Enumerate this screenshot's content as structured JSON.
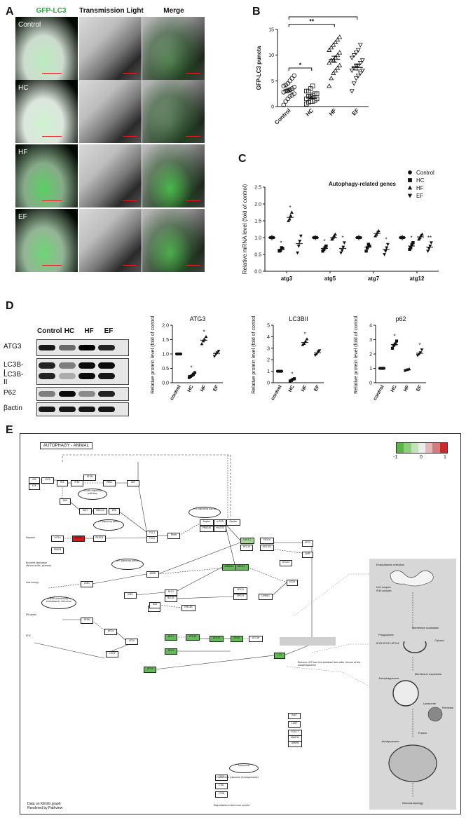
{
  "panels": {
    "A": "A",
    "B": "B",
    "C": "C",
    "D": "D",
    "E": "E"
  },
  "panel_a": {
    "columns": [
      "GFP-LC3",
      "Transmission Light",
      "Merge"
    ],
    "rows": [
      "Control",
      "HC",
      "HF",
      "EF"
    ]
  },
  "panel_d_blot": {
    "lanes": [
      "Control",
      "HC",
      "HF",
      "EF"
    ],
    "rows": [
      "ATG3",
      "LC3B-I",
      "LC3B-II",
      "P62",
      "βactin"
    ]
  },
  "kegg": {
    "title": "AUTOPHAGY - ANIMAL",
    "legend_ticks": [
      "-1",
      "0",
      "1"
    ],
    "footer": [
      "Data on KEGG graph",
      "Rendered by Pathview"
    ],
    "colors": {
      "down": "#67b75b",
      "up": "#d61818",
      "neutral": "#ffffff"
    },
    "nodes": [
      "IGF",
      "INS",
      "IGFR",
      "IRS",
      "PI3K",
      "PTEN",
      "PDK1",
      "AKT",
      "RAS",
      "RAF1",
      "MEK1/2",
      "ERK",
      "TSC1",
      "TSC2",
      "Rheb",
      "Raptor",
      "mTOR",
      "PRAS40",
      "mLST8",
      "Deptor",
      "HIF1a",
      "BNIP3",
      "REDD1",
      "PRKCB",
      "AMPK",
      "LKB1",
      "DAPK",
      "BECN1",
      "ULK1/2",
      "ATG13",
      "ATG101",
      "FIP200",
      "ATG14",
      "VPS34",
      "VPS15",
      "UVRAG",
      "AMBRA1",
      "Bcl-2",
      "Bcl-XL",
      "Bad",
      "HMGB1",
      "JNK1",
      "PERK",
      "eIF2a",
      "ATF4",
      "CHOP",
      "ATG4",
      "ATG7",
      "ATG3",
      "ATG10",
      "ATG12",
      "ATG5",
      "ATG16",
      "LC3",
      "WIPI",
      "ATG2",
      "ATG9",
      "Rab7",
      "LAMP",
      "STX17",
      "SNAP29",
      "VAMP8",
      "CTSD",
      "CTSL",
      "CTSB"
    ],
    "cell_labels": [
      "Endoplasmic reticulum",
      "ULK complex",
      "PI3K complex",
      "Membrane nucleation",
      "Phagophore",
      "ATG5-ATG12-ATG16",
      "Cytosol",
      "Membrane expansion",
      "Autophagosome",
      "Lysosome",
      "Fusion",
      "Autolysosome",
      "Macroautophagy",
      "Permease"
    ],
    "pathway_labels": [
      "Insulin signaling pathway",
      "MAPK signaling pathway",
      "mTOR signaling pathway",
      "AMPK signaling pathway",
      "Protein processing in endoplasmic reticulum",
      "Hypoxia",
      "Nutrient starvation (Amino acids, glucose)",
      "Low energy",
      "ER stress",
      "ROS",
      "Lysosome",
      "Fusion with lysosome (Autolysosome)",
      "Degradation of the inner vesicle",
      "Remove LC3 from the lipidated form after closure of the autophagosome"
    ]
  },
  "chart_data": [
    {
      "panel": "B",
      "type": "scatter",
      "title": "",
      "ylabel": "GFP-LC3 puncta",
      "xlabel": "",
      "categories": [
        "Control",
        "HC",
        "HF",
        "EF"
      ],
      "ylim": [
        0,
        15
      ],
      "yticks": [
        0,
        5,
        10,
        15
      ],
      "means": [
        3.2,
        1.8,
        9.2,
        7.6
      ],
      "sem": [
        0.35,
        0.25,
        0.6,
        0.5
      ],
      "markers": [
        "circle-open",
        "square-open",
        "triangle-up-open",
        "triangle-down-open"
      ],
      "values": [
        [
          0.3,
          1.0,
          1.5,
          2.0,
          2.2,
          2.5,
          2.8,
          3.0,
          3.0,
          3.3,
          3.5,
          3.8,
          4.0,
          4.2,
          4.5,
          5.0,
          5.5,
          6.0
        ],
        [
          0.5,
          0.8,
          1.0,
          1.0,
          1.2,
          1.5,
          1.5,
          2.0,
          2.0,
          2.2,
          2.5,
          2.5,
          3.0,
          3.0,
          3.5,
          4.0
        ],
        [
          4.0,
          5.5,
          6.5,
          7.0,
          7.5,
          8.0,
          8.5,
          9.0,
          9.0,
          9.5,
          10.0,
          10.5,
          11.0,
          11.5,
          12.0,
          12.5,
          13.0,
          13.5
        ],
        [
          3.0,
          4.5,
          5.5,
          6.0,
          6.5,
          7.0,
          7.0,
          7.5,
          8.0,
          8.0,
          8.5,
          9.0,
          9.5,
          10.0,
          10.5,
          11.0,
          12.0
        ]
      ],
      "significance": [
        {
          "pair": [
            "Control",
            "HC"
          ],
          "label": "*"
        },
        {
          "pair": [
            "Control",
            "HF"
          ],
          "label": "**"
        },
        {
          "pair": [
            "Control",
            "EF"
          ],
          "label": "**"
        }
      ]
    },
    {
      "panel": "C",
      "type": "scatter",
      "title": "Autophagy-related genes",
      "ylabel": "Relative mRNA level (fold of control)",
      "xlabel": "",
      "categories": [
        "atg3",
        "atg5",
        "atg7",
        "atg12"
      ],
      "ylim": [
        0,
        2.5
      ],
      "yticks": [
        0.0,
        0.5,
        1.0,
        1.5,
        2.0,
        2.5
      ],
      "legend_position": "top-right",
      "series": [
        {
          "name": "Control",
          "marker": "circle",
          "means": [
            1.0,
            1.0,
            1.0,
            1.0
          ],
          "points": [
            [
              1,
              1,
              1,
              1
            ],
            [
              1,
              1,
              1,
              1
            ],
            [
              1,
              1,
              1,
              1
            ],
            [
              1,
              1,
              1,
              1
            ]
          ]
        },
        {
          "name": "HC",
          "marker": "square",
          "means": [
            0.65,
            0.68,
            0.72,
            0.75
          ],
          "points": [
            [
              0.6,
              0.62,
              0.7,
              0.68
            ],
            [
              0.6,
              0.65,
              0.7,
              0.75
            ],
            [
              0.6,
              0.7,
              0.8,
              0.75
            ],
            [
              0.65,
              0.7,
              0.8,
              0.85
            ]
          ]
        },
        {
          "name": "HF",
          "marker": "triangle-up",
          "means": [
            1.6,
            1.0,
            1.12,
            1.02
          ],
          "points": [
            [
              1.5,
              1.55,
              1.65,
              1.75
            ],
            [
              0.95,
              1.0,
              1.05,
              1.1
            ],
            [
              1.05,
              1.1,
              1.15,
              1.2
            ],
            [
              0.95,
              1.0,
              1.05,
              1.1
            ]
          ]
        },
        {
          "name": "EF",
          "marker": "triangle-down",
          "means": [
            0.82,
            0.68,
            0.65,
            0.72
          ],
          "points": [
            [
              0.55,
              0.75,
              0.9,
              1.05
            ],
            [
              0.55,
              0.62,
              0.72,
              0.85
            ],
            [
              0.5,
              0.6,
              0.7,
              0.8
            ],
            [
              0.6,
              0.68,
              0.75,
              0.85
            ]
          ]
        }
      ],
      "annotations": [
        {
          "category": "atg3",
          "series": "HC",
          "label": "*"
        },
        {
          "category": "atg3",
          "series": "HF",
          "label": "*"
        },
        {
          "category": "atg5",
          "series": "HC",
          "label": "*"
        },
        {
          "category": "atg5",
          "series": "EF",
          "label": "*"
        },
        {
          "category": "atg7",
          "series": "EF",
          "label": "*"
        },
        {
          "category": "atg12",
          "series": "HC",
          "label": "*"
        },
        {
          "category": "atg12",
          "series": "EF",
          "label": "**"
        }
      ]
    },
    {
      "panel": "D",
      "type": "scatter",
      "title": "ATG3",
      "ylabel": "Relative protein level (fold of control)",
      "categories": [
        "control",
        "HC",
        "HF",
        "EF"
      ],
      "ylim": [
        0,
        2.0
      ],
      "yticks": [
        0.0,
        0.5,
        1.0,
        1.5,
        2.0
      ],
      "means": [
        1.0,
        0.25,
        1.48,
        1.02
      ],
      "sem": [
        0.0,
        0.04,
        0.08,
        0.06
      ],
      "values": [
        [
          1,
          1,
          1,
          1
        ],
        [
          0.18,
          0.22,
          0.25,
          0.3,
          0.35
        ],
        [
          1.35,
          1.45,
          1.5,
          1.6
        ],
        [
          0.92,
          1.0,
          1.05,
          1.1
        ]
      ],
      "significance": [
        {
          "category": "HC",
          "label": "*"
        },
        {
          "category": "HF",
          "label": "*"
        }
      ]
    },
    {
      "panel": "D",
      "type": "scatter",
      "title": "LC3BII",
      "ylabel": "Relative protein level (fold of control)",
      "categories": [
        "control",
        "HC",
        "HF",
        "EF"
      ],
      "ylim": [
        0,
        5
      ],
      "yticks": [
        0,
        1,
        2,
        3,
        4,
        5
      ],
      "means": [
        1.0,
        0.25,
        3.5,
        2.6
      ],
      "sem": [
        0.0,
        0.05,
        0.12,
        0.1
      ],
      "values": [
        [
          1,
          1,
          1,
          1
        ],
        [
          0.1,
          0.2,
          0.3,
          0.35
        ],
        [
          3.3,
          3.4,
          3.6,
          3.8
        ],
        [
          2.4,
          2.5,
          2.7,
          2.8
        ]
      ],
      "significance": [
        {
          "category": "HC",
          "label": "*"
        },
        {
          "category": "HF",
          "label": "*"
        }
      ]
    },
    {
      "panel": "D",
      "type": "scatter",
      "title": "p62",
      "ylabel": "Relative protein level (fold of control)",
      "categories": [
        "control",
        "HC",
        "HF",
        "EF"
      ],
      "ylim": [
        0,
        4
      ],
      "yticks": [
        0,
        1,
        2,
        3,
        4
      ],
      "means": [
        1.0,
        2.65,
        0.9,
        2.05
      ],
      "sem": [
        0.0,
        0.12,
        0.04,
        0.1
      ],
      "values": [
        [
          1,
          1,
          1,
          1
        ],
        [
          2.4,
          2.6,
          2.7,
          2.9
        ],
        [
          0.85,
          0.9,
          0.92,
          0.95
        ],
        [
          1.9,
          2.0,
          2.1,
          2.3
        ]
      ],
      "significance": [
        {
          "category": "HC",
          "label": "*"
        },
        {
          "category": "EF",
          "label": "*"
        }
      ]
    }
  ]
}
